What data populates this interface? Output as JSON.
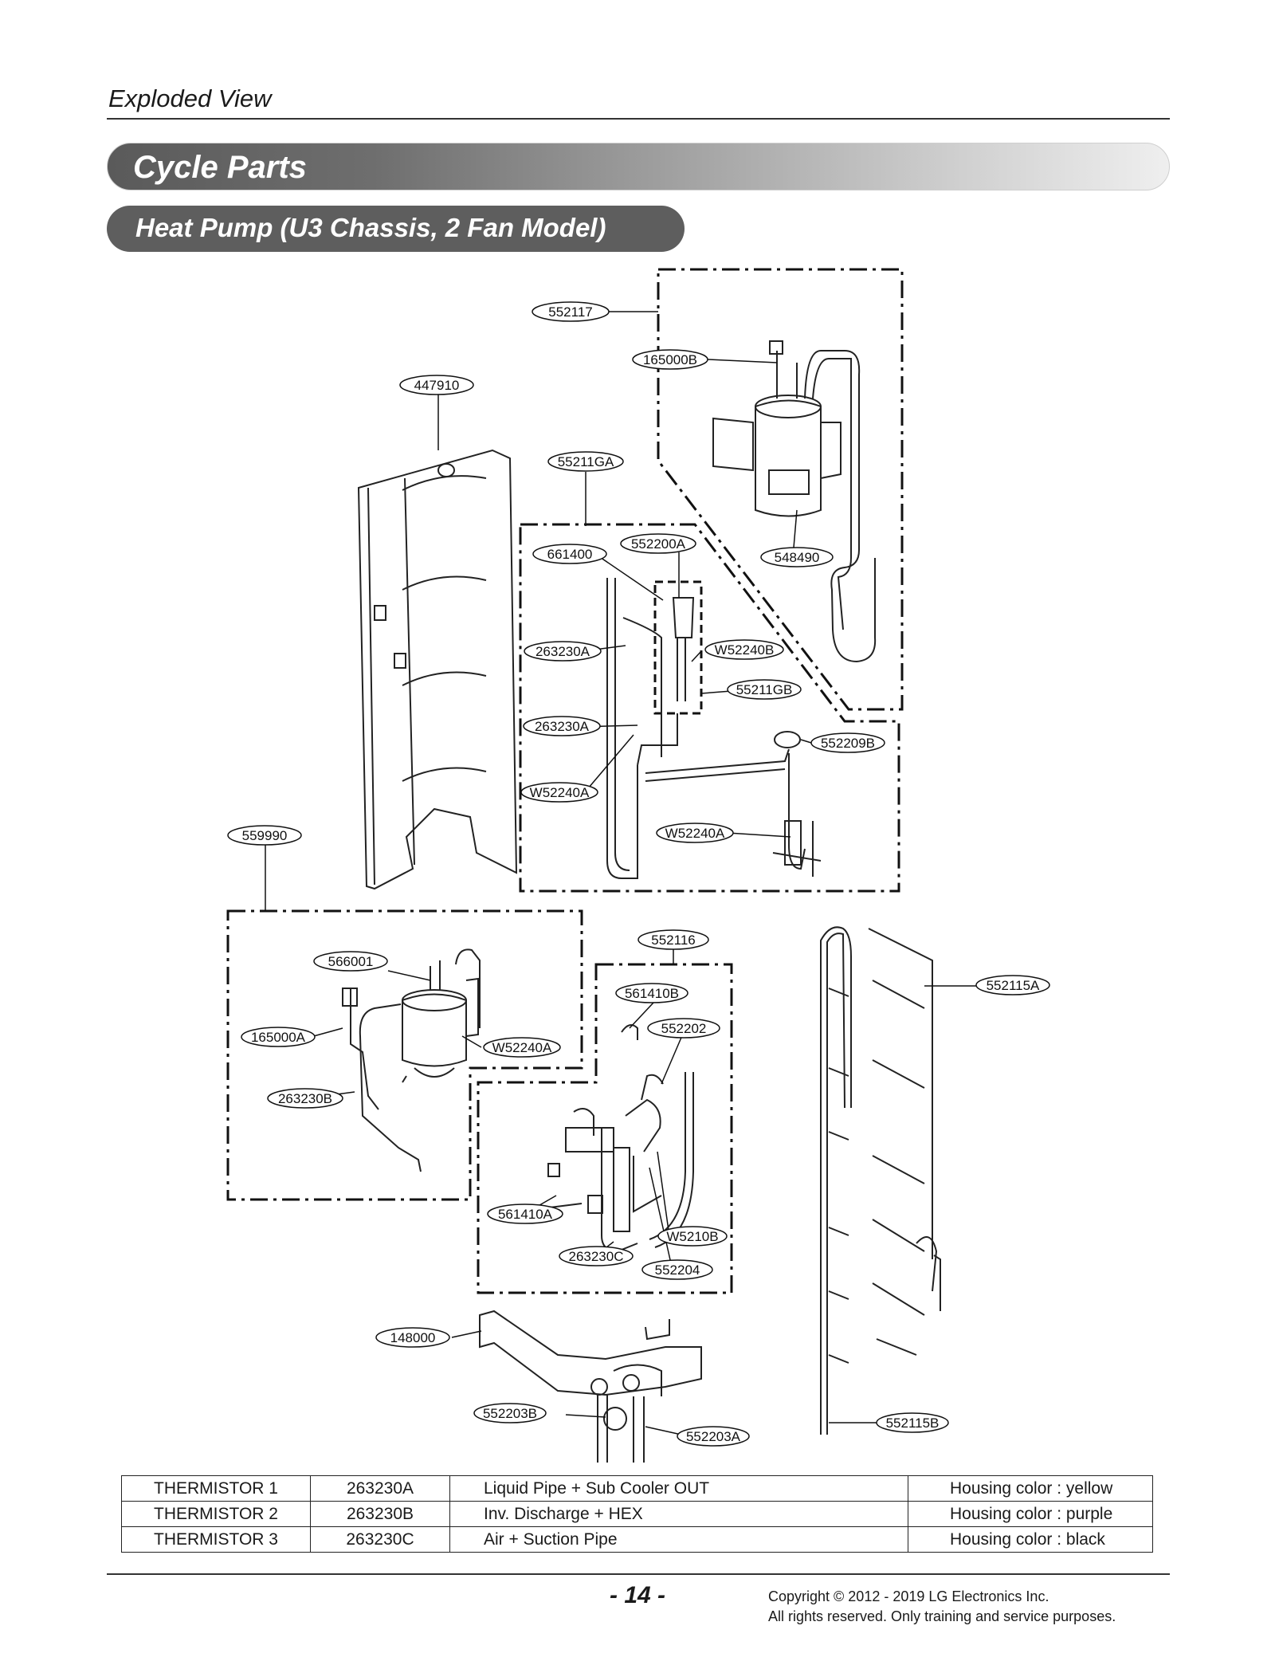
{
  "header": {
    "section": "Exploded View",
    "title": "Cycle Parts",
    "subtitle": "Heat Pump (U3 Chassis, 2 Fan Model)"
  },
  "callouts": {
    "p552117": "552117",
    "p165000B": "165000B",
    "p447910": "447910",
    "p55211GA": "55211GA",
    "p661400": "661400",
    "p552200A": "552200A",
    "p548490": "548490",
    "p263230A_1": "263230A",
    "pW52240B": "W52240B",
    "p55211GB": "55211GB",
    "p263230A_2": "263230A",
    "p552209B": "552209B",
    "pW52240A_1": "W52240A",
    "pW52240A_2": "W52240A",
    "p559990": "559990",
    "p552116": "552116",
    "p566001": "566001",
    "p561410B": "561410B",
    "p552115A": "552115A",
    "p552202": "552202",
    "p165000A": "165000A",
    "pW52240A_3": "W52240A",
    "p263230B": "263230B",
    "p561410A": "561410A",
    "pW5210B": "W5210B",
    "p263230C": "263230C",
    "p552204": "552204",
    "p148000": "148000",
    "p552203B": "552203B",
    "p552203A": "552203A",
    "p552115B": "552115B"
  },
  "thermistors": [
    {
      "name": "THERMISTOR 1",
      "code": "263230A",
      "description": "Liquid Pipe  +  Sub Cooler OUT",
      "housing": "Housing color : yellow"
    },
    {
      "name": "THERMISTOR 2",
      "code": "263230B",
      "description": "Inv. Discharge + HEX",
      "housing": "Housing color : purple"
    },
    {
      "name": "THERMISTOR 3",
      "code": "263230C",
      "description": "Air + Suction Pipe",
      "housing": "Housing color : black"
    }
  ],
  "footer": {
    "page": "- 14 -",
    "copyright_line1": "Copyright © 2012 - 2019 LG Electronics Inc.",
    "copyright_line2": "All rights reserved. Only training and service purposes."
  }
}
